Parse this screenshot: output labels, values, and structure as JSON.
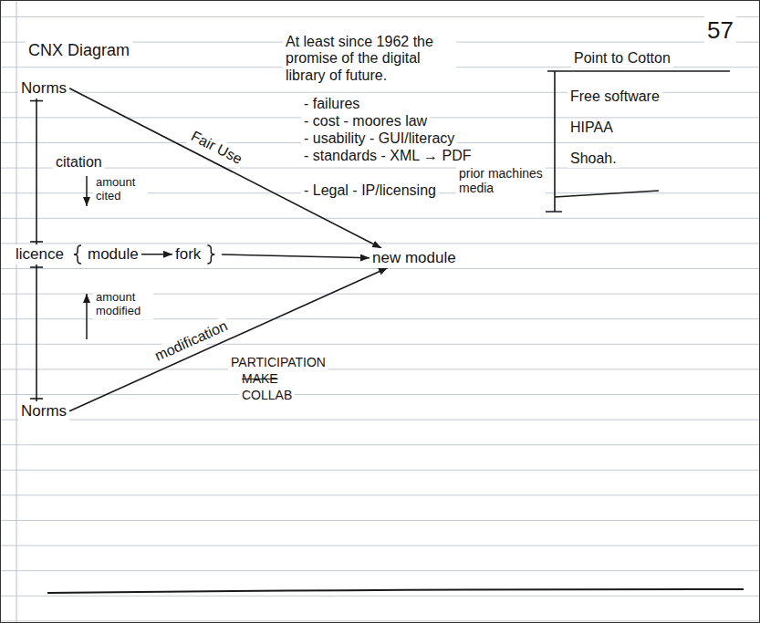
{
  "diagram": {
    "title": "CNX Diagram",
    "nodes": [
      {
        "text": [
          "Norms"
        ]
      },
      {
        "text": [
          "licence"
        ]
      },
      {
        "text": [
          "module"
        ],
        "in": 1
      },
      {
        "text": [
          "fork"
        ],
        "in": 1
      },
      {
        "text": [
          "new module"
        ]
      },
      {
        "text": [
          "Norms"
        ]
      }
    ],
    "edges": [
      {
        "from": 0,
        "to": 1,
        "arrow": "none"
      },
      {
        "from": 0,
        "to": 4,
        "arrow": "to",
        "label": "Fair Use"
      },
      {
        "from": 2,
        "to": 3,
        "arrow": "to"
      },
      {
        "from": 1,
        "to": 4,
        "arrow": "to"
      },
      {
        "from": 5,
        "to": 1,
        "arrow": "none"
      },
      {
        "from": 5,
        "to": 4,
        "arrow": "to",
        "label": "modification"
      }
    ],
    "labels": [
      "57",
      "At least since 1962 the promise of the digital library of future.",
      "- failures",
      "- cost - moores law",
      "- usability - GUI/literacy",
      "- standards - XML → PDF",
      "prior machines media",
      "- Legal - IP/licensing",
      "Point to Cotton",
      "Free software",
      "HIPAA",
      "Shoah.",
      "citation",
      "amount cited",
      "amount modified",
      "PARTICIPATION",
      "MAKE",
      "COLLAB"
    ]
  }
}
